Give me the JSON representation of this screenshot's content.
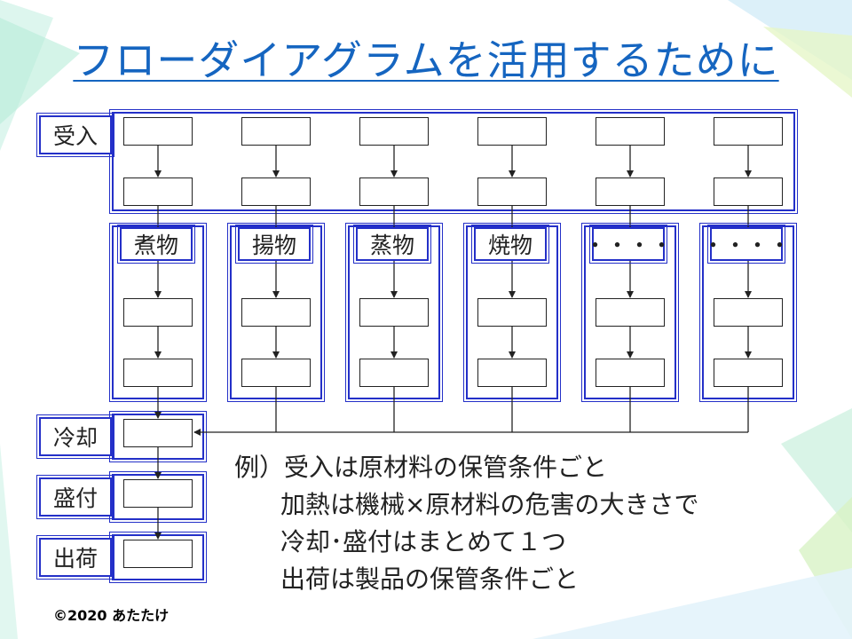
{
  "title": "フローダイアグラムを活用するために",
  "stages": {
    "receiving": "受入",
    "cooling": "冷却",
    "plating": "盛付",
    "shipping": "出荷"
  },
  "processes": [
    "煮物",
    "揚物",
    "蒸物",
    "焼物",
    "・・・・",
    "・・・・"
  ],
  "example": {
    "prefix": "例）",
    "lines": [
      "受入は原材料の保管条件ごと",
      "加熱は機械×原材料の危害の大きさで",
      "冷却･盛付はまとめて１つ",
      "出荷は製品の保管条件ごと"
    ]
  },
  "copyright": "©2020 あたたけ",
  "colors": {
    "title": "#1565c0",
    "frame": "#2430c8",
    "line": "#222222"
  }
}
